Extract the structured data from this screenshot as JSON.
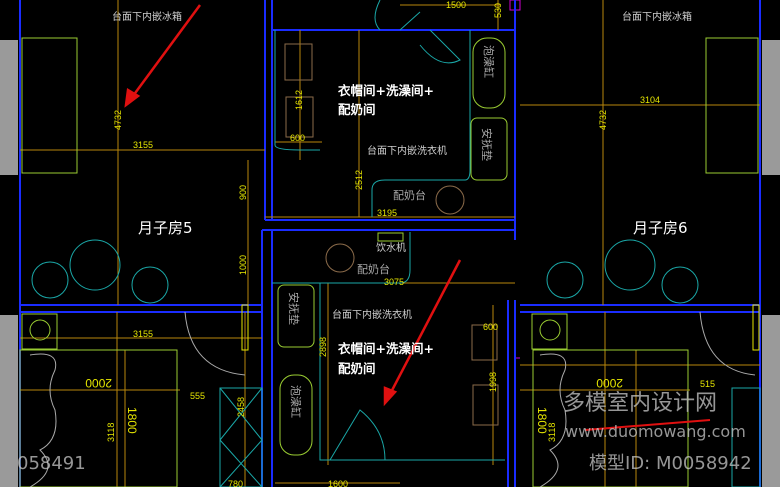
{
  "drawing": {
    "fridge_label_left": "台面下内嵌冰箱",
    "fridge_label_right": "台面下内嵌冰箱",
    "room_left": "月子房5",
    "room_right": "月子房6",
    "upper_bath": {
      "title_line1": "衣帽间+洗澡间+",
      "title_line2": "配奶间",
      "washer_label": "台面下内嵌洗衣机",
      "tub_label": "泡澡缸",
      "pad_label": "安抚垫",
      "milk_counter": "配奶台"
    },
    "lower_bath": {
      "water_dispenser": "饮水机",
      "milk_counter": "配奶台",
      "title_line1": "衣帽间+洗澡间+",
      "title_line2": "配奶间",
      "washer_label": "台面下内嵌洗衣机",
      "tub_label": "泡澡缸",
      "pad_label": "安抚垫"
    },
    "dimensions": {
      "d4732a": "4732",
      "d4732b": "4732",
      "d3155a": "3155",
      "d3104": "3104",
      "d900": "900",
      "d1000": "1000",
      "d3195": "3195",
      "d2512": "2512",
      "d1612": "1612",
      "d600a": "600",
      "d1500": "1500",
      "d530": "530",
      "d3075": "3075",
      "d2898": "2898",
      "d600b": "600",
      "d1998": "1998",
      "d1600": "1600",
      "d3155b": "3155",
      "d2000a": "2000",
      "d555": "555",
      "d1800a": "1800",
      "d3118a": "3118",
      "d2458": "2458",
      "d780": "780",
      "d2000b": "2000",
      "d515": "515",
      "d1800b": "1800",
      "d3118b": "3118"
    }
  },
  "watermark": {
    "site_name": "多模室内设计网",
    "url": "www.duomowang.com",
    "model_id": "模型ID: M0058942",
    "left_id": "058491"
  },
  "colors": {
    "wall": "#1a2cff",
    "dim": "#b8860b",
    "cyan": "#1aa7a7",
    "arrow": "#e01010"
  }
}
